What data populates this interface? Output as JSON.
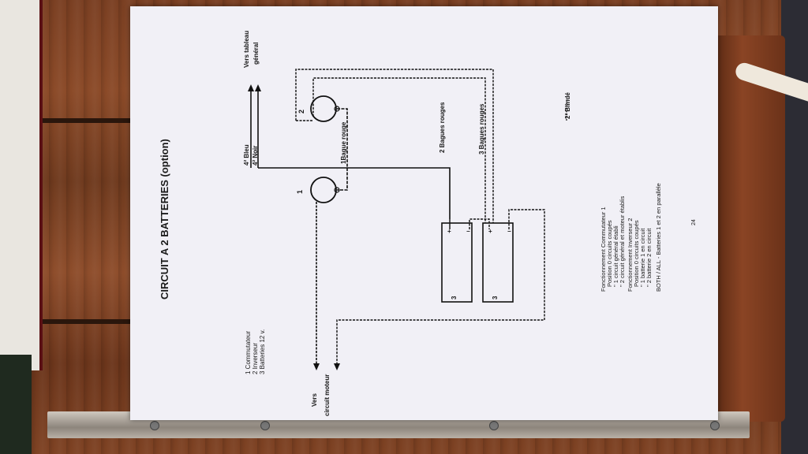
{
  "document": {
    "title": "CIRCUIT A 2 BATTERIES (option)",
    "legend": [
      "1 Commutateur",
      "2 Inverseur",
      "3 Batteries 12 v."
    ],
    "labels": {
      "vers_circuit_moteur_1": "Vers",
      "vers_circuit_moteur_2": "circuit moteur",
      "vers_tableau_1": "Vers tableau",
      "vers_tableau_2": "général",
      "wire_bleu": "4² Bleu",
      "wire_noir": "4² Noir",
      "bague_rouge": "1Bague rouge",
      "baques_2": "2 Bagues rouges",
      "baques_3": "3 Bagues rouges",
      "blinde": "2² Blindé",
      "comp_1": "1",
      "comp_2": "2",
      "batt_1": "3",
      "batt_2": "3",
      "plus": "+",
      "minus": "−"
    },
    "notes": [
      "Fonctionnement Commutateur 1",
      "Position 0 circuits coupés",
      "\"  1 circuit général établi",
      "\"  2 circuit général et moteur établis",
      "Fonctionnement Inverseur 2",
      "Position 0 circuits coupés",
      "\"  1 batterie 1 en circuit",
      "\"  2 batterie 2 en circuit",
      "BOTH / ALL - Batteries 1 et 2 en parallèle"
    ],
    "page_number": "24"
  }
}
